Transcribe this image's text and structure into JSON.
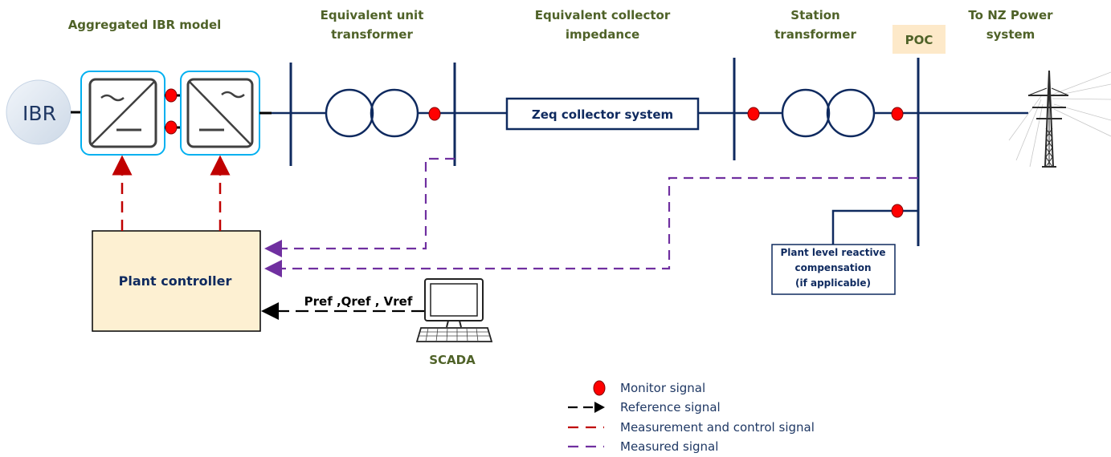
{
  "headers": {
    "ibr_model": "Aggregated IBR model",
    "unit_transformer": [
      "Equivalent unit",
      "transformer"
    ],
    "collector_impedance": [
      "Equivalent collector",
      "impedance"
    ],
    "station_transformer": [
      "Station",
      "transformer"
    ],
    "poc": "POC",
    "power_system": [
      "To NZ Power",
      "system"
    ]
  },
  "labels": {
    "ibr": "IBR",
    "zeq": "Zeq collector system",
    "plant_controller": "Plant controller",
    "reactive_comp": [
      "Plant level reactive",
      "compensation",
      "(if applicable)"
    ],
    "reference_values": "Pref ,Qref , Vref",
    "scada": "SCADA"
  },
  "legend": [
    {
      "label": "Monitor signal"
    },
    {
      "label": "Reference signal"
    },
    {
      "label": "Measurement and control signal"
    },
    {
      "label": "Measured signal"
    }
  ],
  "colors": {
    "navy": "#0f2a5f",
    "header_green": "#4f6228",
    "monitor_red": "#ff0000",
    "measurement_red": "#c00000",
    "measured_purple": "#7030a0",
    "controller_fill": "#fdf0d2",
    "poc_fill": "#fde9c9",
    "converter_border": "#00b0f0"
  },
  "icons": [
    "converter-icon",
    "transformer-icon",
    "pylon-icon",
    "computer-icon"
  ]
}
